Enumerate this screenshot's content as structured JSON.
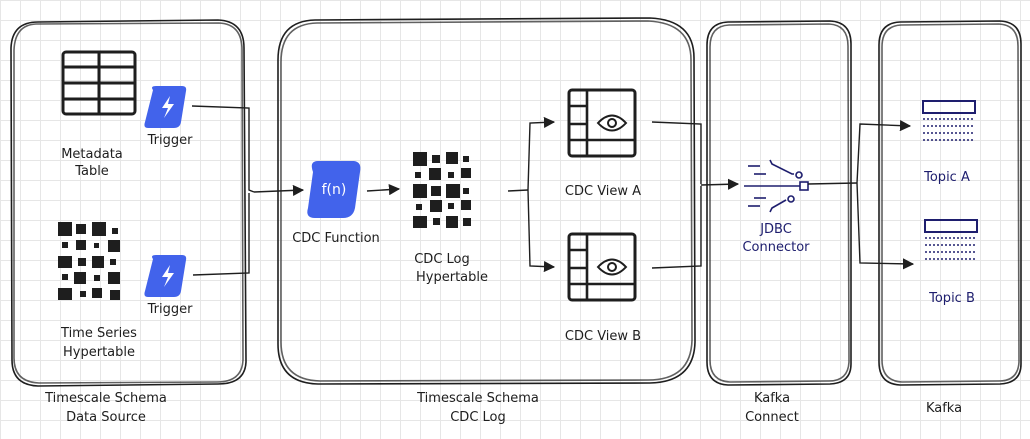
{
  "groups": {
    "source": {
      "line1": "Timescale Schema",
      "line2": "Data Source"
    },
    "cdc": {
      "line1": "Timescale Schema",
      "line2": "CDC Log"
    },
    "connect": {
      "line1": "Kafka",
      "line2": "Connect"
    },
    "kafka": {
      "line1": "Kafka"
    }
  },
  "nodes": {
    "metadata_table": {
      "line1": "Metadata",
      "line2": "Table"
    },
    "trigger_top": {
      "label": "Trigger"
    },
    "timeseries": {
      "line1": "Time Series",
      "line2": "Hypertable"
    },
    "trigger_bottom": {
      "label": "Trigger"
    },
    "cdc_function": {
      "label": "CDC Function",
      "symbol": "f(n)"
    },
    "cdc_log": {
      "line1": "CDC Log",
      "line2": "Hypertable"
    },
    "view_a": {
      "label": "CDC View A"
    },
    "view_b": {
      "label": "CDC View B"
    },
    "jdbc": {
      "line1": "JDBC",
      "line2": "Connector"
    },
    "topic_a": {
      "label": "Topic A"
    },
    "topic_b": {
      "label": "Topic B"
    }
  },
  "colors": {
    "accent_blue": "#4263eb",
    "stroke": "#1e1e1e",
    "topic_text": "#1e1e6e"
  }
}
